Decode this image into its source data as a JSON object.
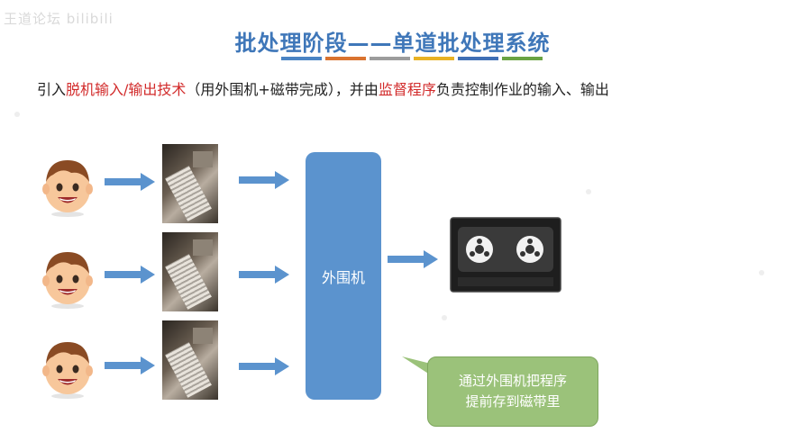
{
  "watermark": "王道论坛 bilibili",
  "title": "批处理阶段——单道批处理系统",
  "title_bar_colors": [
    "#4a84c4",
    "#d9732f",
    "#9c9c9c",
    "#e8b224",
    "#3f6fb5",
    "#6aa343"
  ],
  "subtitle": {
    "part1": "引入",
    "red1": "脱机输入/输出技术",
    "part2": "（用外围机+磁带完成），并由",
    "red2": "监督程序",
    "part3": "负责控制作业的输入、输出"
  },
  "host_label": "外围机",
  "bubble": {
    "line1": "通过外围机把程序",
    "line2": "提前存到磁带里"
  },
  "colors": {
    "title": "#3f77b9",
    "red": "#d22b2b",
    "arrow": "#5b93ce",
    "host": "#5b93ce",
    "bubble": "#9bc27a"
  },
  "icons": [
    "user-face-icon",
    "arrow-right-icon",
    "punch-card-machine-image",
    "tape-drive-icon"
  ]
}
